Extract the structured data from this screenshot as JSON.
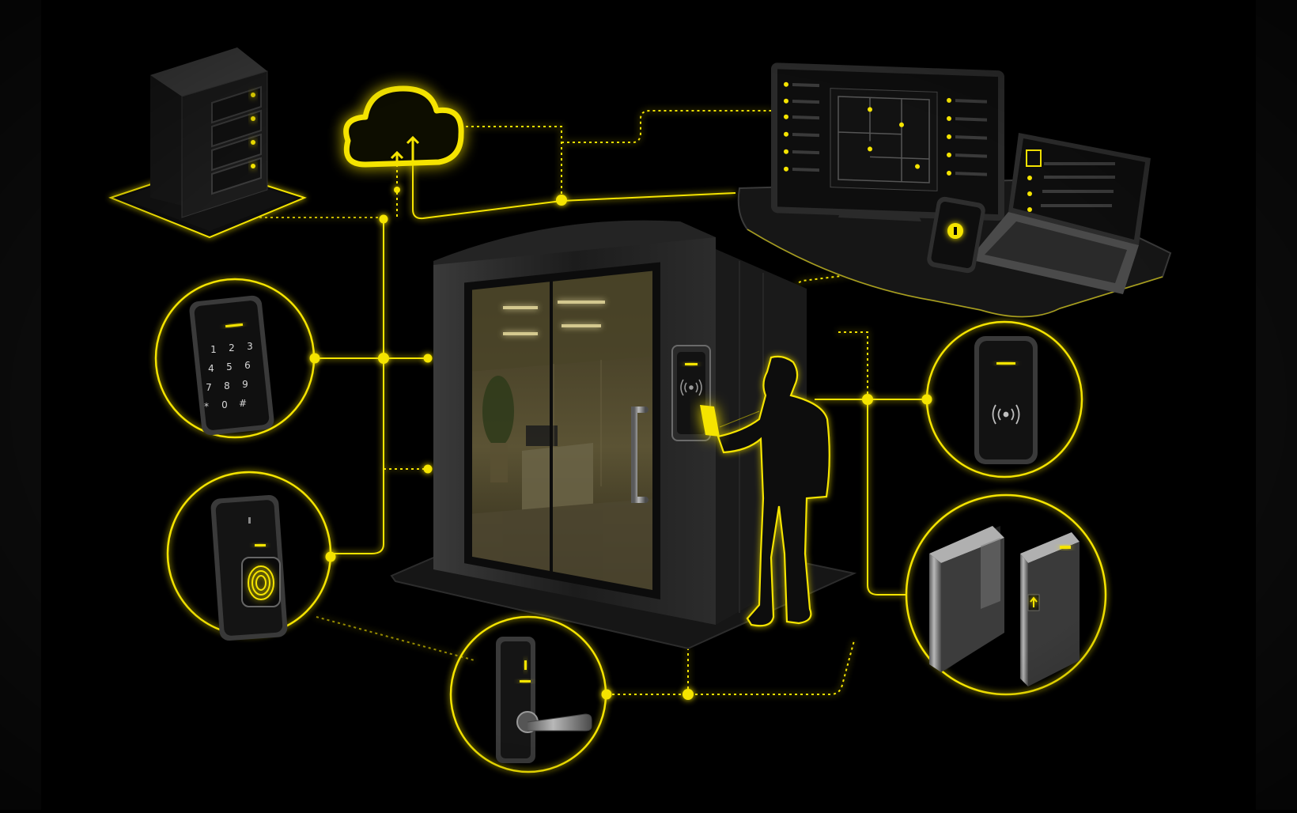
{
  "theme": {
    "background": "#000000",
    "accent": "#f5e400",
    "metal_dark": "#1a1a1a",
    "metal_mid": "#2e2e2e",
    "metal_light": "#8a8a8a"
  },
  "keypad": {
    "keys": [
      "1",
      "2",
      "3",
      "4",
      "5",
      "6",
      "7",
      "8",
      "9",
      "*",
      "0",
      "#"
    ]
  },
  "icons": {
    "server": "server-tower-icon",
    "cloud": "cloud-upload-icon",
    "workstation": "monitor-dashboard-icon",
    "laptop": "laptop-icon",
    "phone": "smartphone-key-icon",
    "door": "glass-door-booth-icon",
    "person": "person-presenting-card-icon",
    "wall_reader": "wall-rfid-reader-icon",
    "keypad": "pin-keypad-icon",
    "fingerprint": "fingerprint-reader-icon",
    "lock": "smart-door-lock-icon",
    "card_reader": "nfc-card-reader-icon",
    "turnstile": "speed-gate-turnstile-icon"
  }
}
